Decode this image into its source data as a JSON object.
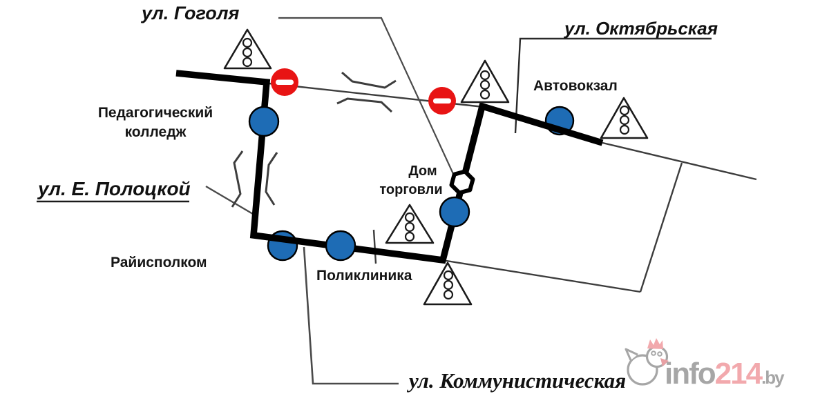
{
  "street_labels": {
    "gogolya": "ул. Гоголя",
    "oktyabrskaya": "ул. Октябрьская",
    "polotskoy": "ул. Е. Полоцкой",
    "kommunisticheskaya": "ул. Коммунистическая"
  },
  "place_labels": {
    "college_line1": "Педагогический",
    "college_line2": "колледж",
    "bus_station": "Автовокзал",
    "trade_house_line1": "Дом",
    "trade_house_line2": "торговли",
    "district_committee": "Райисполком",
    "polyclinic": "Поликлиника"
  },
  "symbols": {
    "bus_stop_icon": "blue-circle",
    "no_entry_icon": "red-circle-white-bar",
    "traffic_light_warning_icon": "triangle-with-three-circles",
    "junction_icon": "hexagon"
  },
  "colors": {
    "route": "#000000",
    "bus_stop_fill": "#1e6cb5",
    "no_entry_red": "#e81414",
    "thin_line": "#3d3d3d",
    "watermark_gray": "#a6a6a6",
    "watermark_pink": "#f2a9ad"
  },
  "watermark": {
    "brand_prefix": "info",
    "brand_number": "214",
    "brand_suffix": ".by"
  }
}
